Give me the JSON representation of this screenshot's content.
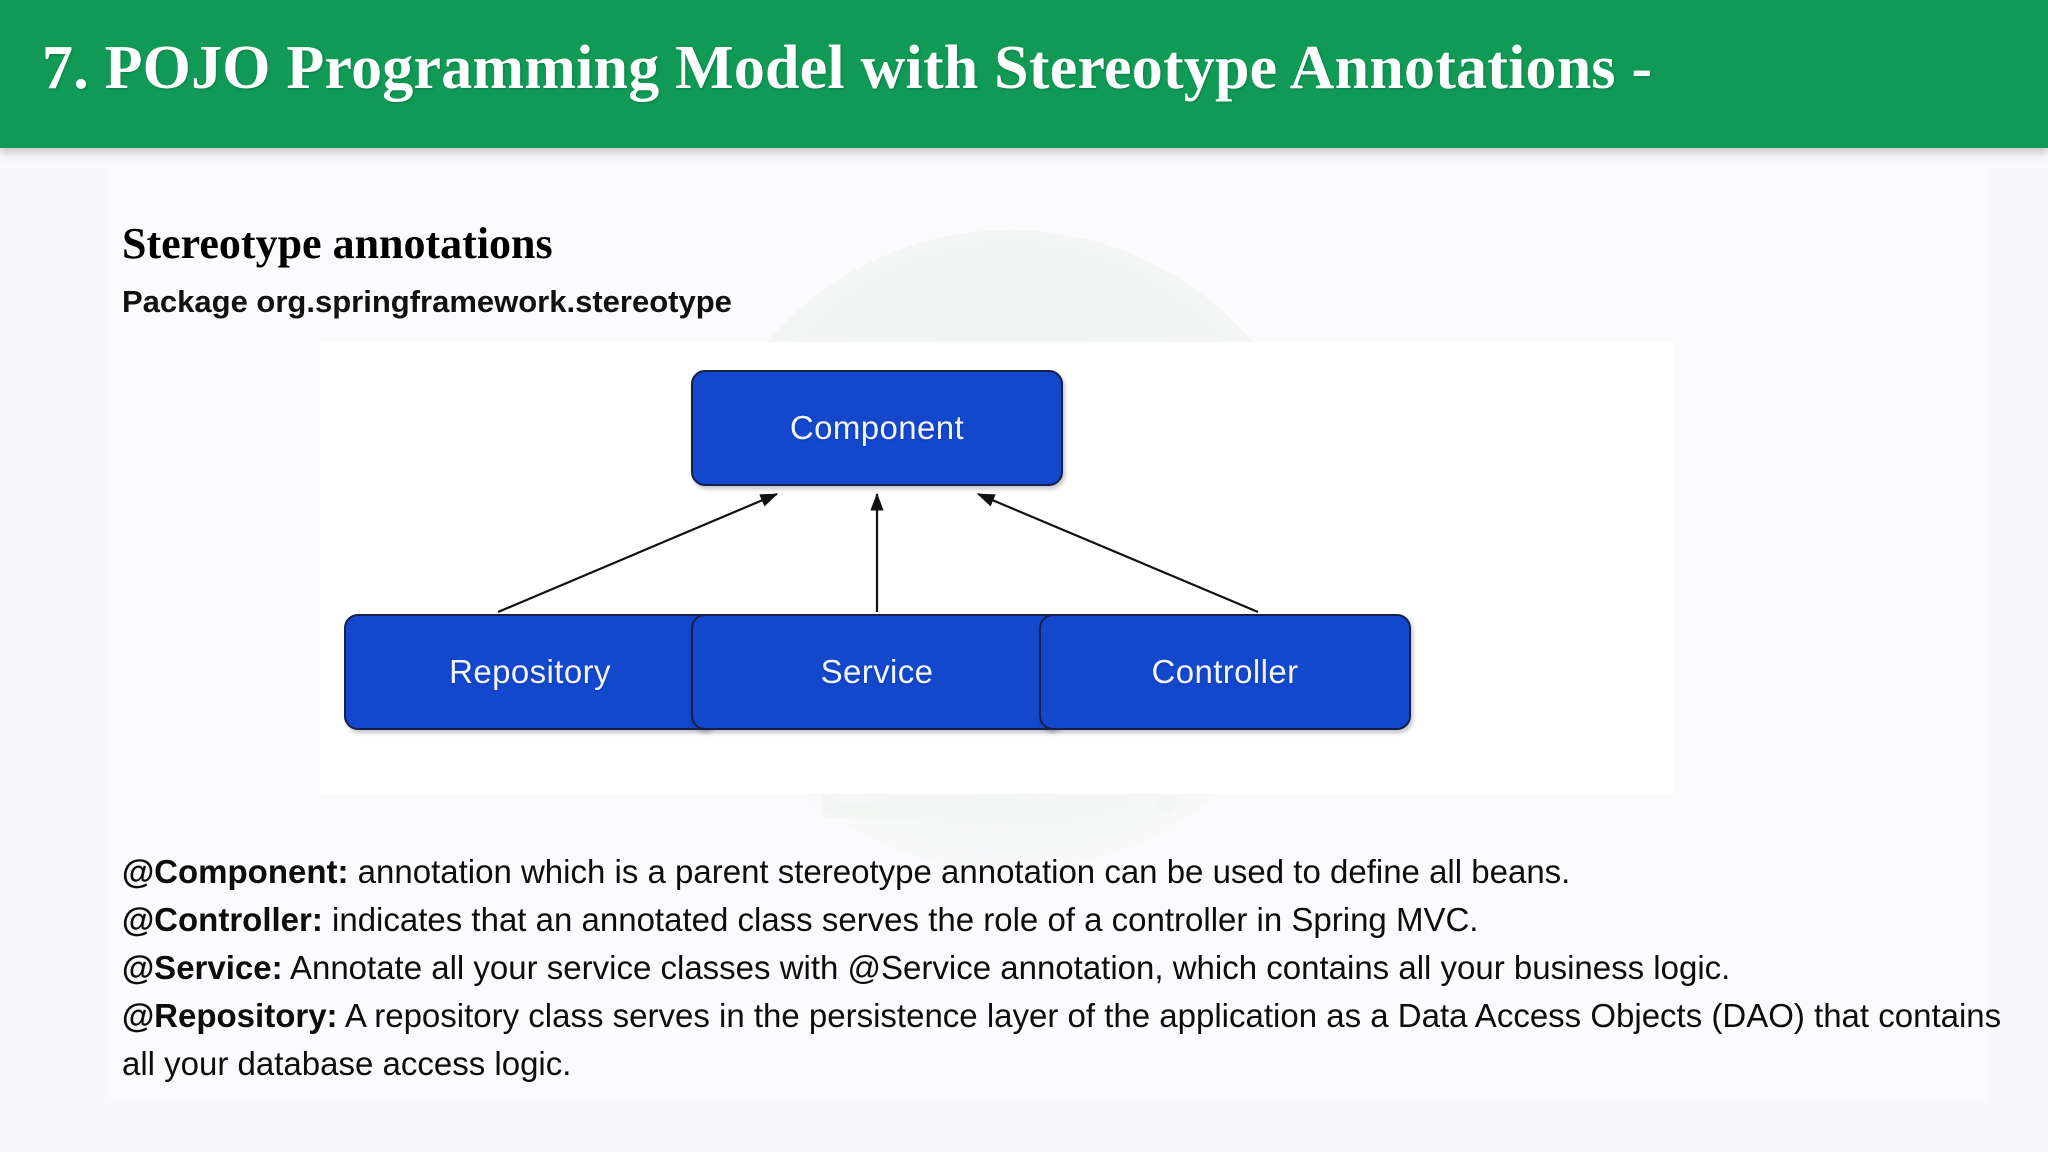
{
  "header": {
    "title": "7. POJO Programming Model with Stereotype Annotations -",
    "background_color": "#109a55",
    "text_color": "#ffffff"
  },
  "content": {
    "section_heading": "Stereotype annotations",
    "package_line": "Package org.springframework.stereotype"
  },
  "diagram": {
    "type": "hierarchy",
    "node_fill_color": "#1347cc",
    "node_border_color": "#14204a",
    "node_text_color": "#f2f5fc",
    "panel_background": "#ffffff",
    "parent": {
      "label": "Component"
    },
    "children": [
      {
        "label": "Repository"
      },
      {
        "label": "Service"
      },
      {
        "label": "Controller"
      }
    ],
    "edges": [
      {
        "from": "Repository",
        "to": "Component",
        "arrow": "up-right"
      },
      {
        "from": "Service",
        "to": "Component",
        "arrow": "up"
      },
      {
        "from": "Controller",
        "to": "Component",
        "arrow": "up-left"
      }
    ]
  },
  "descriptions": [
    {
      "term": "@Component:",
      "text": " annotation which is a parent stereotype annotation can be used to define all beans."
    },
    {
      "term": "@Controller:",
      "text": " indicates that an annotated class serves the role of a controller in Spring MVC."
    },
    {
      "term": "@Service:",
      "text": " Annotate all your service classes with @Service annotation, which contains all your business logic."
    },
    {
      "term": "@Repository:",
      "text": " A repository class serves in the persistence layer of the application as a Data Access Objects (DAO) that contains all your database access logic."
    }
  ]
}
